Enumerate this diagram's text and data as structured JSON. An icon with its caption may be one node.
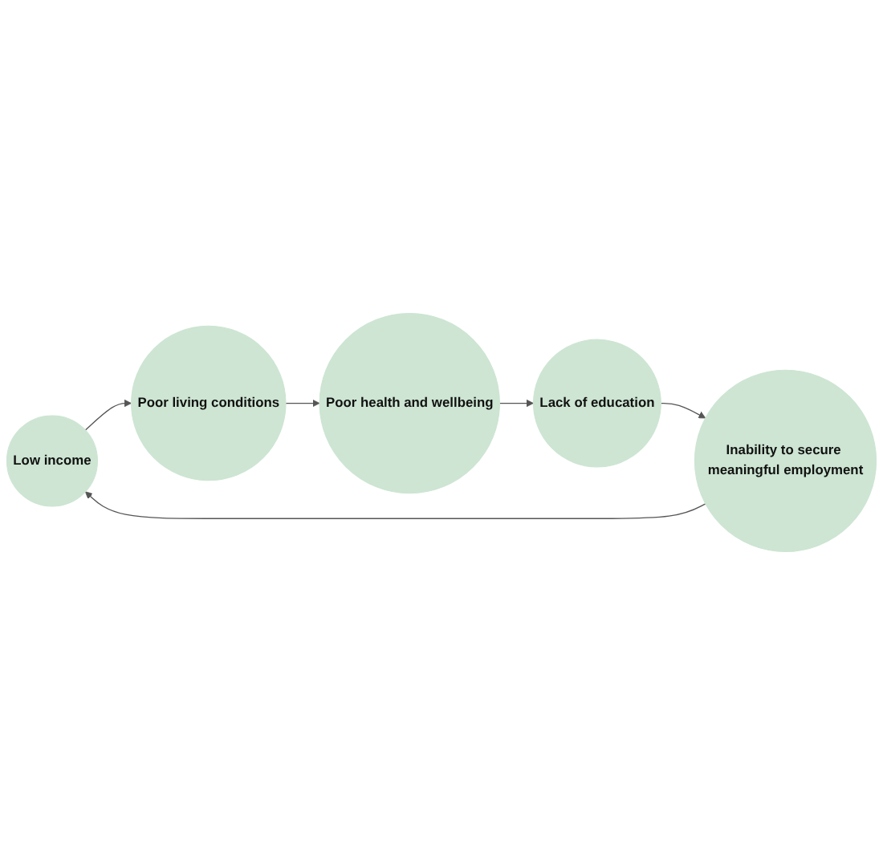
{
  "diagram": {
    "nodes": [
      {
        "text": [
          "Low income"
        ]
      },
      {
        "text": [
          "Poor living conditions"
        ]
      },
      {
        "text": [
          "Poor health and wellbeing"
        ]
      },
      {
        "text": [
          "Lack of education"
        ]
      },
      {
        "text": [
          "Inability to secure meaningful employment"
        ]
      }
    ],
    "edges": [
      {
        "from": 0,
        "to": 1,
        "arrow": "to"
      },
      {
        "from": 1,
        "to": 2,
        "arrow": "to"
      },
      {
        "from": 2,
        "to": 3,
        "arrow": "to"
      },
      {
        "from": 3,
        "to": 4,
        "arrow": "to"
      },
      {
        "from": 4,
        "to": 0,
        "arrow": "to"
      }
    ]
  }
}
